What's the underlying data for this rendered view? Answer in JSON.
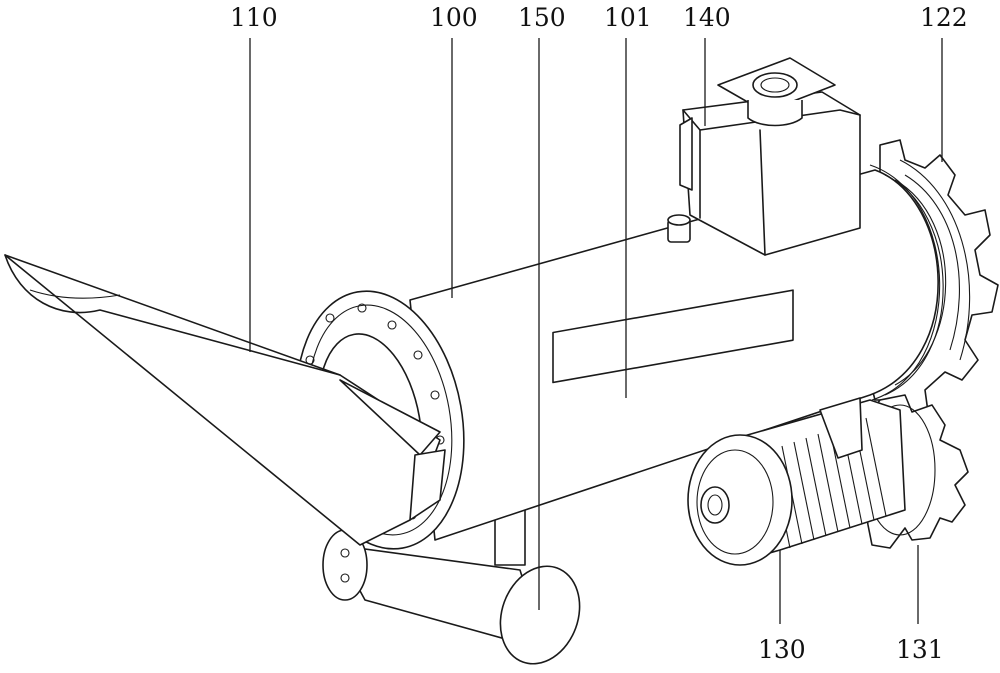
{
  "labels": {
    "l110": "110",
    "l100": "100",
    "l150": "150",
    "l101": "101",
    "l140": "140",
    "l122": "122",
    "l130": "130",
    "l131": "131"
  },
  "colors": {
    "line": "#1a1a1a",
    "background": "#ffffff"
  }
}
